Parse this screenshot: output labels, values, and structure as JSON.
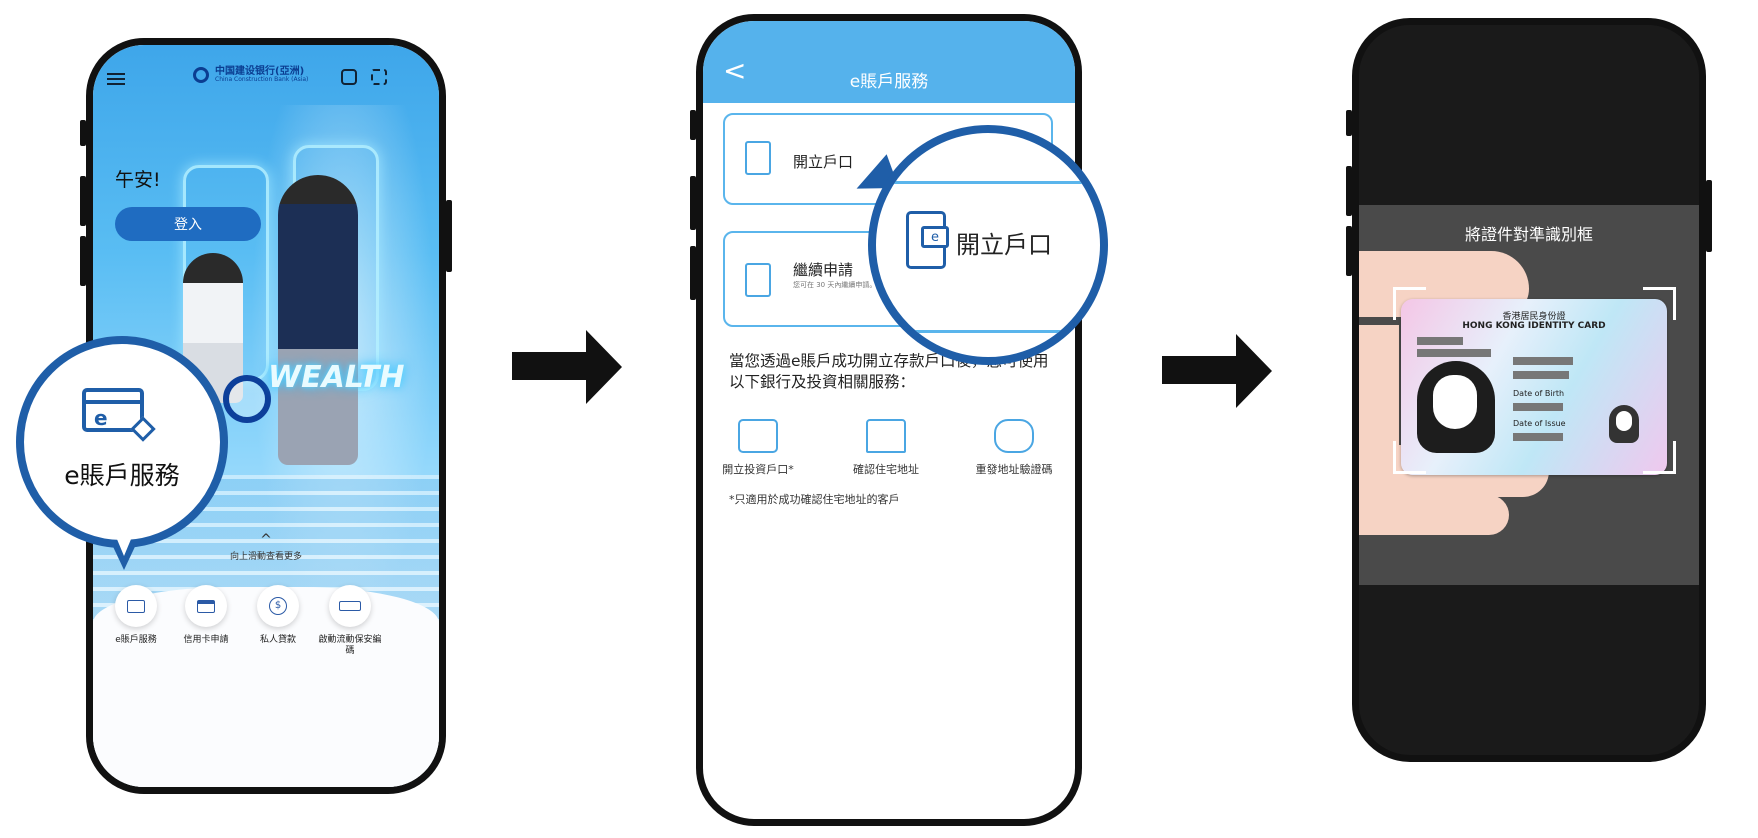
{
  "phone1": {
    "bank_name_cn": "中国建设银行(亞洲)",
    "bank_name_en": "China Construction Bank (Asia)",
    "greeting": "午安!",
    "login_label": "登入",
    "hero_text": "WEALTH",
    "callout_label": "e賬戶服務",
    "scroll_hint": "向上滑動查看更多",
    "quick_items": [
      {
        "label": "e賬戶服務",
        "icon": "e-account-icon"
      },
      {
        "label": "信用卡申請",
        "icon": "credit-card-icon"
      },
      {
        "label": "私人貸款",
        "icon": "loan-hand-icon"
      },
      {
        "label": "啟動流動保安編碼",
        "icon": "security-token-icon"
      }
    ]
  },
  "phone2": {
    "header_title": "e賬戶服務",
    "card_open": "開立戶口",
    "card_continue": "繼續申請",
    "card_continue_sub": "您可在 30 天內繼續申請。",
    "info_text": "當您透過e賬戶成功開立存款戶口後，您可使用以下銀行及投資相關服務：",
    "services": [
      {
        "label": "開立投資戶口*",
        "icon": "investment-account-icon"
      },
      {
        "label": "確認住宅地址",
        "icon": "home-search-icon"
      },
      {
        "label": "重發地址驗證碼",
        "icon": "truck-clock-icon"
      }
    ],
    "footnote": "*只適用於成功確認住宅地址的客戶",
    "zoom_label": "開立戶口"
  },
  "phone3": {
    "scan_title": "將證件對準識別框",
    "id_title_cn": "香港居民身份證",
    "id_title_en": "HONG KONG IDENTITY CARD",
    "date_of_birth": "Date of Birth",
    "date_of_issue": "Date of Issue"
  },
  "colors": {
    "brand_blue": "#1f5ea8",
    "header_blue": "#55b2ec",
    "login_blue": "#1f6cc1"
  }
}
